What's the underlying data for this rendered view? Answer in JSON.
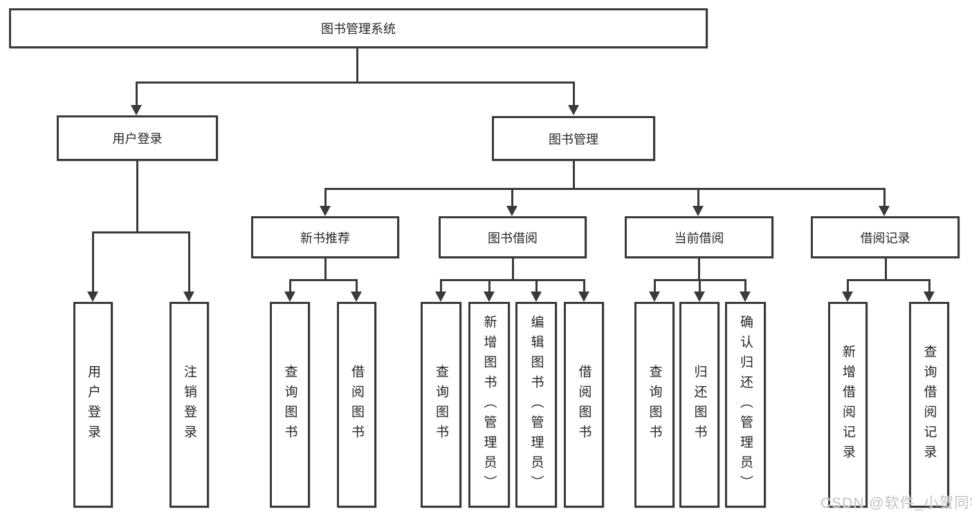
{
  "tree": {
    "label": "图书管理系统",
    "children": [
      {
        "label": "用户登录",
        "children": [
          {
            "label": "用户登录"
          },
          {
            "label": "注销登录"
          }
        ]
      },
      {
        "label": "图书管理",
        "children": [
          {
            "label": "新书推荐",
            "children": [
              {
                "label": "查询图书"
              },
              {
                "label": "借阅图书"
              }
            ]
          },
          {
            "label": "图书借阅",
            "children": [
              {
                "label": "查询图书"
              },
              {
                "label": "新增图书（管理员）"
              },
              {
                "label": "编辑图书（管理员）"
              },
              {
                "label": "借阅图书"
              }
            ]
          },
          {
            "label": "当前借阅",
            "children": [
              {
                "label": "查询图书"
              },
              {
                "label": "归还图书"
              },
              {
                "label": "确认归还（管理员）"
              }
            ]
          },
          {
            "label": "借阅记录",
            "children": [
              {
                "label": "新增借阅记录"
              },
              {
                "label": "查询借阅记录"
              }
            ]
          }
        ]
      }
    ]
  },
  "watermark": {
    "text": "CSDN @软件_小贺同学"
  },
  "colors": {
    "line": "#3a3a3a",
    "text": "#262626",
    "watermark": "#c2c2c2",
    "background": "#ffffff"
  }
}
